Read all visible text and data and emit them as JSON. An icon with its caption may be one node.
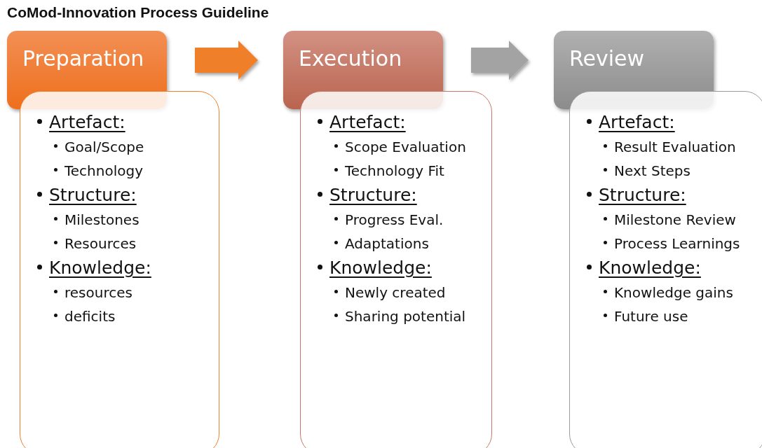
{
  "diagram": {
    "title": "CoMod-Innovation Process Guideline",
    "nodes": [
      {
        "text": [
          "Preparation"
        ]
      },
      {
        "text": [
          "Artefact:",
          "Goal/Scope",
          "Technology",
          "Structure:",
          "Milestones",
          "Resources",
          "Knowledge:",
          "resources",
          "deficits"
        ]
      },
      {
        "text": [
          "Execution"
        ]
      },
      {
        "text": [
          "Artefact:",
          "Scope Evaluation",
          "Technology Fit",
          "Structure:",
          "Progress Eval.",
          "Adaptations",
          "Knowledge:",
          "Newly created",
          "Sharing potential"
        ]
      },
      {
        "text": [
          "Review"
        ]
      },
      {
        "text": [
          "Artefact:",
          "Result Evaluation",
          "Next Steps",
          "Structure:",
          "Milestone Review",
          "Process Learnings",
          "Knowledge:",
          "Knowledge gains",
          "Future use"
        ]
      }
    ],
    "edges": [
      {
        "from": 0,
        "to": 2,
        "arrow": "to",
        "style": "thick",
        "color": "#f07f2a"
      },
      {
        "from": 2,
        "to": 4,
        "arrow": "to",
        "style": "thick",
        "color": "#a3a3a3"
      }
    ]
  }
}
